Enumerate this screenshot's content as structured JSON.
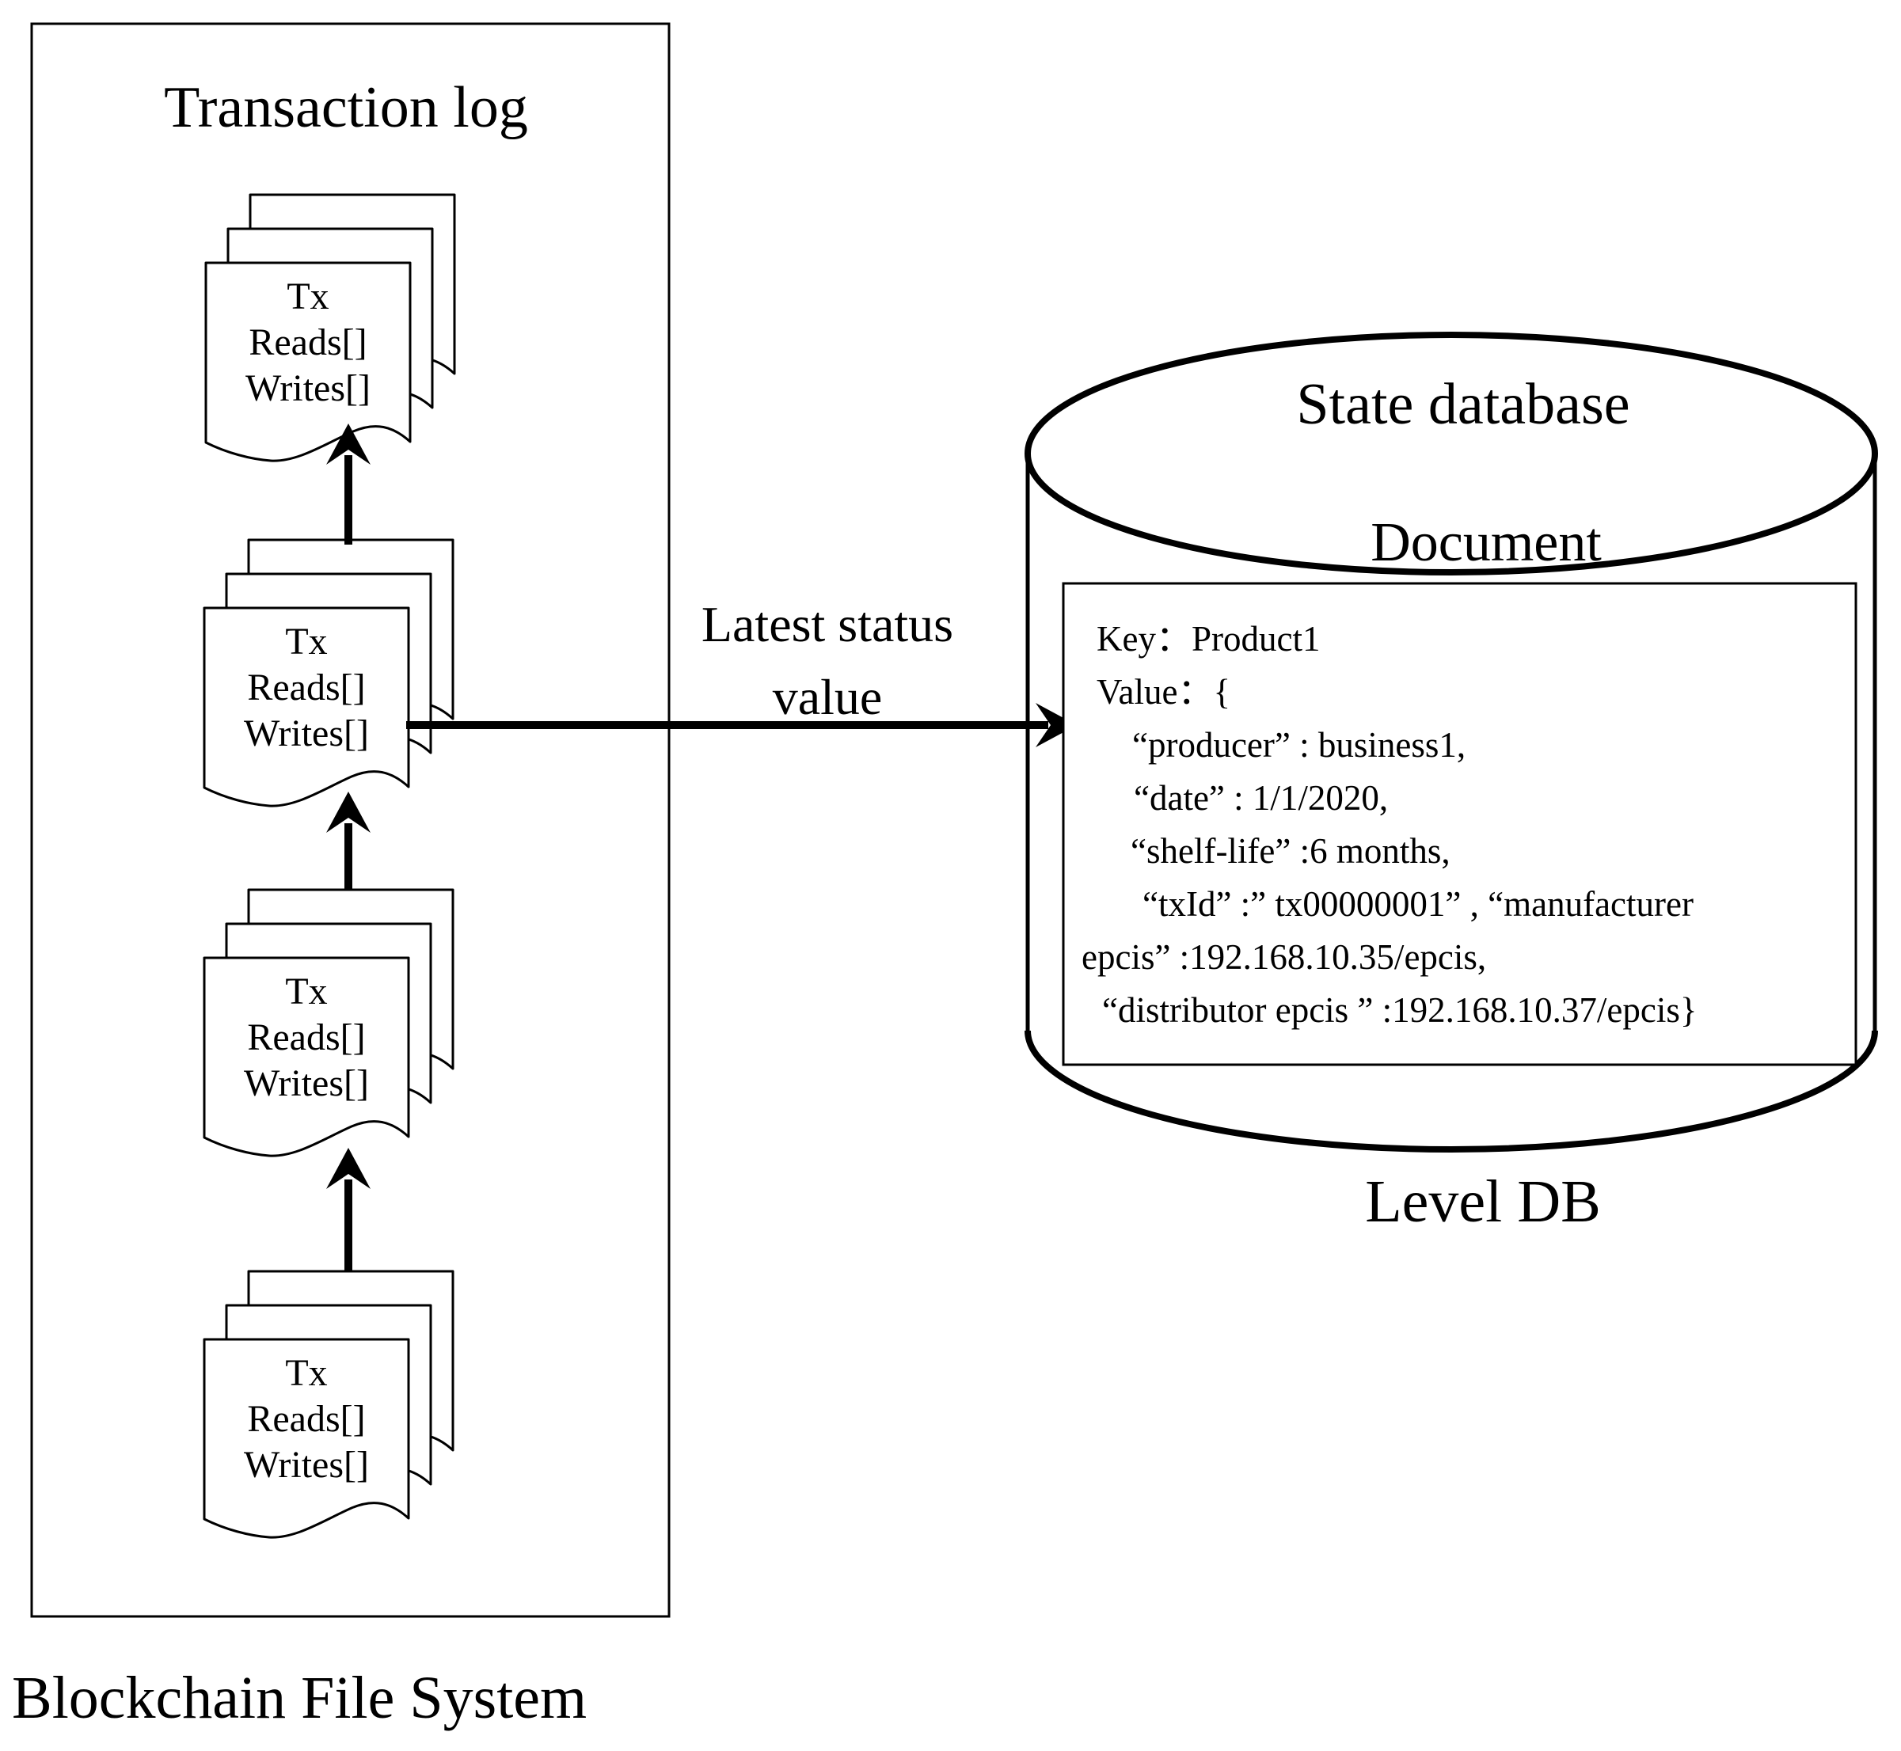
{
  "colors": {
    "stroke": "#000000",
    "background": "#ffffff"
  },
  "blockchain": {
    "title": "Transaction log",
    "caption": "Blockchain File System",
    "page_lines": [
      "Tx",
      "Reads[]",
      "Writes[]"
    ]
  },
  "flow": {
    "label_line1": "Latest status",
    "label_line2": "value"
  },
  "database": {
    "title": "State database",
    "document_label": "Document",
    "caption": "Level DB",
    "record_lines": [
      "Key：Product1",
      "Value：{",
      "“producer” : business1,",
      "“date” : 1/1/2020,",
      "“shelf-life” :6 months,",
      "“txId” :” tx00000001” , “manufacturer",
      "epcis” :192.168.10.35/epcis,",
      "“distributor epcis ” :192.168.10.37/epcis}"
    ]
  }
}
